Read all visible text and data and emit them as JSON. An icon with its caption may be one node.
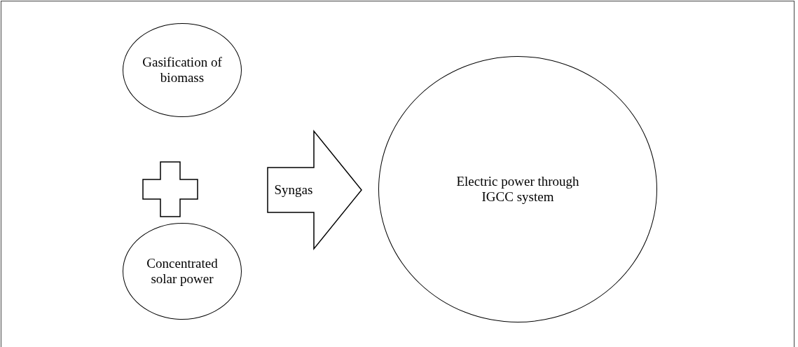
{
  "diagram": {
    "nodes": [
      {
        "text": [
          "Gasification of biomass"
        ]
      },
      {
        "text": [
          "Concentrated solar power"
        ]
      },
      {
        "text": [
          "Syngas"
        ]
      },
      {
        "text": [
          "Electric power through IGCC system"
        ]
      }
    ]
  }
}
